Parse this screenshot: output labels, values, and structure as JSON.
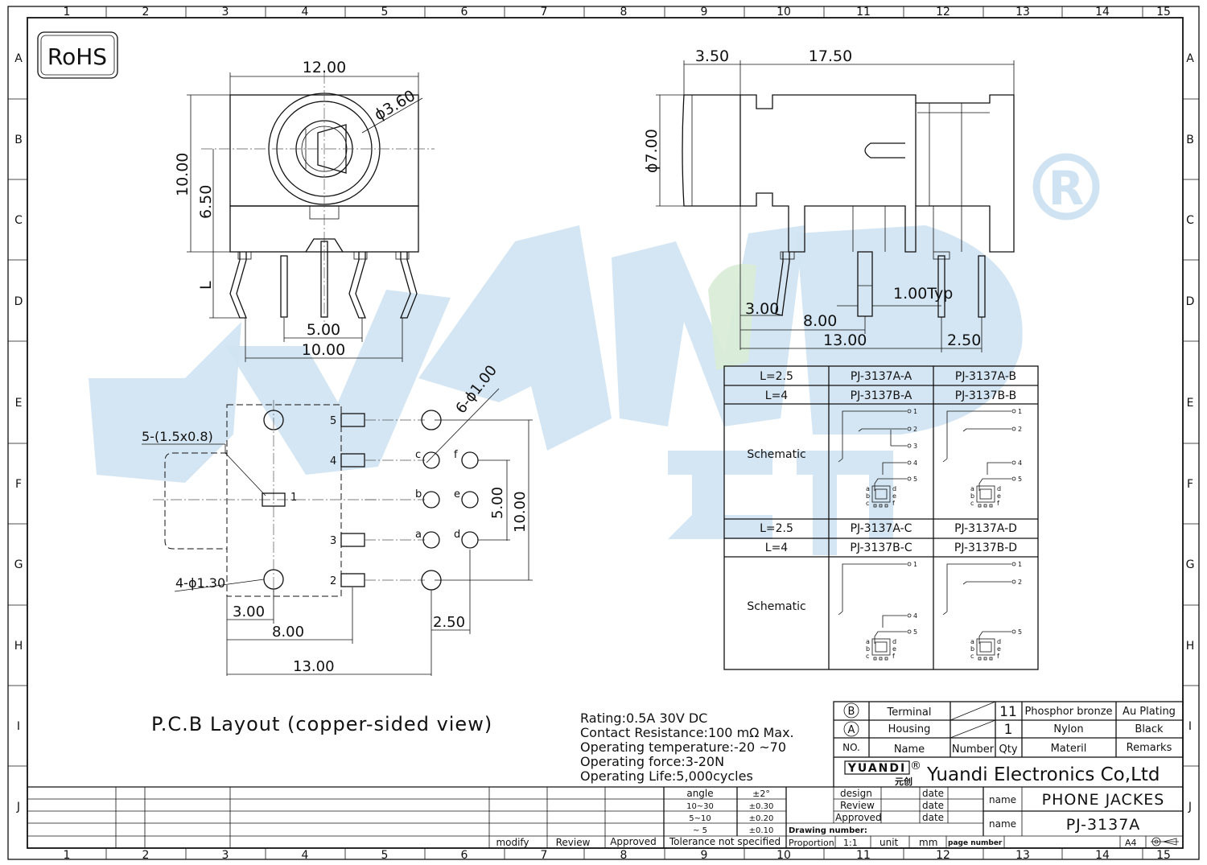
{
  "border": {
    "cols": [
      "1",
      "2",
      "3",
      "4",
      "5",
      "6",
      "7",
      "8",
      "9",
      "10",
      "11",
      "12",
      "13",
      "14",
      "15"
    ],
    "rows": [
      "A",
      "B",
      "C",
      "D",
      "E",
      "F",
      "G",
      "H",
      "I",
      "J"
    ]
  },
  "rohs": "RoHS",
  "watermark": {
    "text": "YUANDI",
    "registered": "®",
    "cn": "元创"
  },
  "front_view": {
    "width": "12.00",
    "height": "10.00",
    "center_height": "6.50",
    "hole": "ϕ3.60",
    "lead": "L",
    "pitch_inner": "5.00",
    "pitch_outer": "10.00"
  },
  "side_view": {
    "front": "3.50",
    "body": "17.50",
    "diameter": "ϕ7.00",
    "pin_width": "1.00Typ",
    "d1": "3.00",
    "d2": "8.00",
    "d3": "13.00",
    "d4": "2.50"
  },
  "pcb": {
    "pad_label": "5-(1.5x0.8)",
    "pad_no": "1",
    "hole_label": "6-ϕ1.00",
    "mount_label": "4-ϕ1.30",
    "pins": [
      "5",
      "4",
      "3",
      "2"
    ],
    "holes": [
      "c",
      "f",
      "b",
      "e",
      "a",
      "d"
    ],
    "d_500": "5.00",
    "d_1000": "10.00",
    "d_300": "3.00",
    "d_800": "8.00",
    "d_1300": "13.00",
    "d_250": "2.50",
    "title": "P.C.B Layout (copper-sided view)"
  },
  "variants": {
    "rows": [
      [
        "L=2.5",
        "PJ-3137A-A",
        "PJ-3137A-B"
      ],
      [
        "L=4",
        "PJ-3137B-A",
        "PJ-3137B-B"
      ],
      [
        "L=2.5",
        "PJ-3137A-C",
        "PJ-3137A-D"
      ],
      [
        "L=4",
        "PJ-3137B-C",
        "PJ-3137B-D"
      ]
    ],
    "schematic": "Schematic",
    "terms": [
      "1",
      "2",
      "3",
      "4",
      "5"
    ],
    "mini": [
      "a",
      "b",
      "c",
      "d",
      "e",
      "f"
    ]
  },
  "specs": [
    "Rating:0.5A 30V DC",
    "Contact Resistance:100 mΩ Max.",
    "Operating temperature:-20 ~70",
    "Operating force:3-20N",
    "Operating Life:5,000cycles"
  ],
  "bom": {
    "rows": [
      {
        "no": "B",
        "name": "Terminal",
        "number": "",
        "qty": "11",
        "material": "Phosphor bronze",
        "remarks": "Au Plating"
      },
      {
        "no": "A",
        "name": "Housing",
        "number": "",
        "qty": "1",
        "material": "Nylon",
        "remarks": "Black"
      }
    ],
    "header": {
      "no": "NO.",
      "name": "Name",
      "number": "Number",
      "qty": "Qty",
      "material": "Materil",
      "remarks": "Remarks"
    }
  },
  "company": {
    "logo": "YUANDI",
    "logo_cn": "元创",
    "reg": "®",
    "name": "Yuandi Electronics Co,Ltd"
  },
  "title_block": {
    "design": "design",
    "review": "Review",
    "approved": "Approved",
    "date": "date",
    "name_label": "name",
    "product": "PHONE JACKES",
    "part": "PJ-3137A",
    "drawing_number": "Drawing number:",
    "proportion": "Proportion",
    "scale": "1:1",
    "unit": "unit",
    "mm": "mm",
    "page_number": "page number",
    "size": "A4"
  },
  "tolerance": {
    "rows": [
      [
        "angle",
        "±2°"
      ],
      [
        "10~30",
        "±0.30"
      ],
      [
        "5~10",
        "±0.20"
      ],
      [
        "~ 5",
        "±0.10"
      ]
    ],
    "footer": "Tolerance not specified",
    "modify": "modify",
    "review": "Review",
    "approved": "Approved"
  }
}
